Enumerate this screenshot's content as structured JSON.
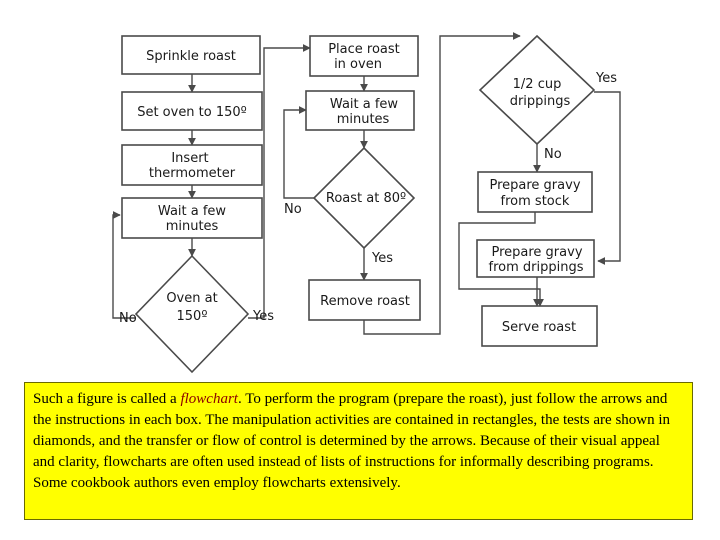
{
  "flowchart": {
    "nodes": {
      "sprinkle_roast": "Sprinkle roast",
      "set_oven": "Set oven to 150º",
      "insert_thermometer": [
        "Insert",
        "thermometer"
      ],
      "wait_1": [
        "Wait a few",
        "minutes"
      ],
      "oven_test": [
        "Oven at",
        "150º"
      ],
      "place_roast": [
        "Place roast",
        "in oven"
      ],
      "wait_2": [
        "Wait a few",
        "minutes"
      ],
      "roast_test": "Roast at 80º",
      "remove_roast": "Remove roast",
      "drippings_test": [
        "1/2 cup",
        "drippings"
      ],
      "gravy_stock": [
        "Prepare gravy",
        "from stock"
      ],
      "gravy_drippings": [
        "Prepare gravy",
        "from drippings"
      ],
      "serve_roast": "Serve roast"
    },
    "branch_labels": {
      "oven_no": "No",
      "oven_yes": "Yes",
      "roast_no": "No",
      "roast_yes": "Yes",
      "drippings_yes": "Yes",
      "drippings_no": "No"
    },
    "colors": {
      "stroke": "#4a4a4a",
      "text": "#1a1a1a"
    }
  },
  "caption": {
    "before": "Such a figure is called a ",
    "term": "flowchart",
    "after": ". To perform the program (prepare the roast), just follow the arrows and the instructions in each box. The manipulation activities are contained in rectangles, the tests are shown in diamonds, and the transfer or flow of control is determined by the arrows. Because of their visual appeal and clarity, flowcharts are often used instead of lists of instructions for informally describing programs. Some cookbook authors even employ flowcharts extensively.",
    "background": "#ffff00",
    "term_color": "#8b0000"
  }
}
